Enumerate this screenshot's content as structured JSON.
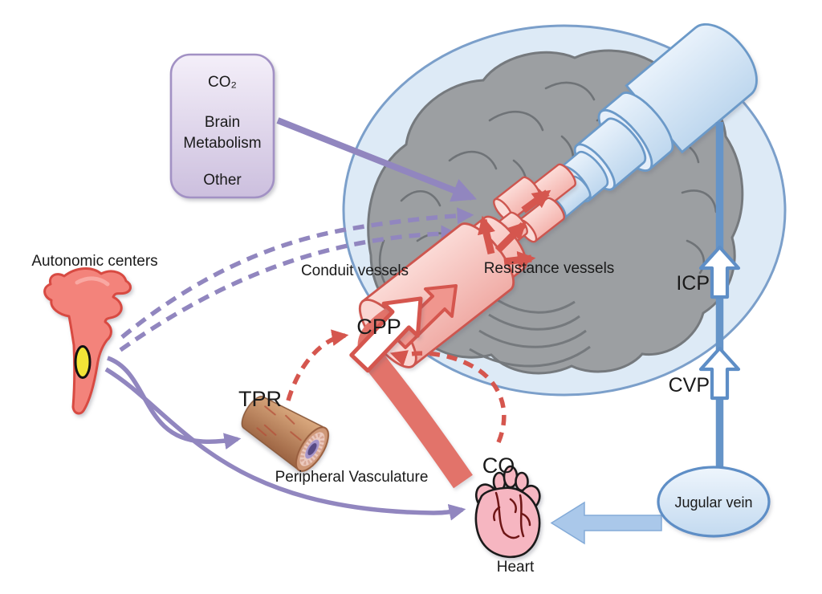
{
  "diagram": {
    "stimulus_box": {
      "lines": [
        "CO₂",
        "Brain",
        "Metabolism",
        "Other"
      ]
    },
    "labels": {
      "autonomic_centers": "Autonomic centers",
      "conduit_vessels": "Conduit vessels",
      "resistance_vessels": "Resistance vessels",
      "cpp": "CPP",
      "icp": "ICP",
      "cvp": "CVP",
      "tpr": "TPR",
      "co": "CO",
      "peripheral_vasculature": "Peripheral Vasculature",
      "heart": "Heart",
      "jugular_vein": "Jugular vein"
    },
    "colors": {
      "purple_arrow": "#9186bf",
      "red_arrow": "#d5564e",
      "red_flow_band": "#e2736a",
      "blue_outline": "#5e8ec6",
      "blue_vessel_fill": "#cfe2f4",
      "pink_vessel_fill": "#f6c3be",
      "pink_outline": "#cd564f",
      "brain_gray": "#9c9fa2",
      "cranium_ellipse_fill": "#ddeaf6",
      "box_border": "#a291c4",
      "nucleus_yellow": "#f2e437",
      "heart_pink": "#f6b6c1"
    }
  }
}
